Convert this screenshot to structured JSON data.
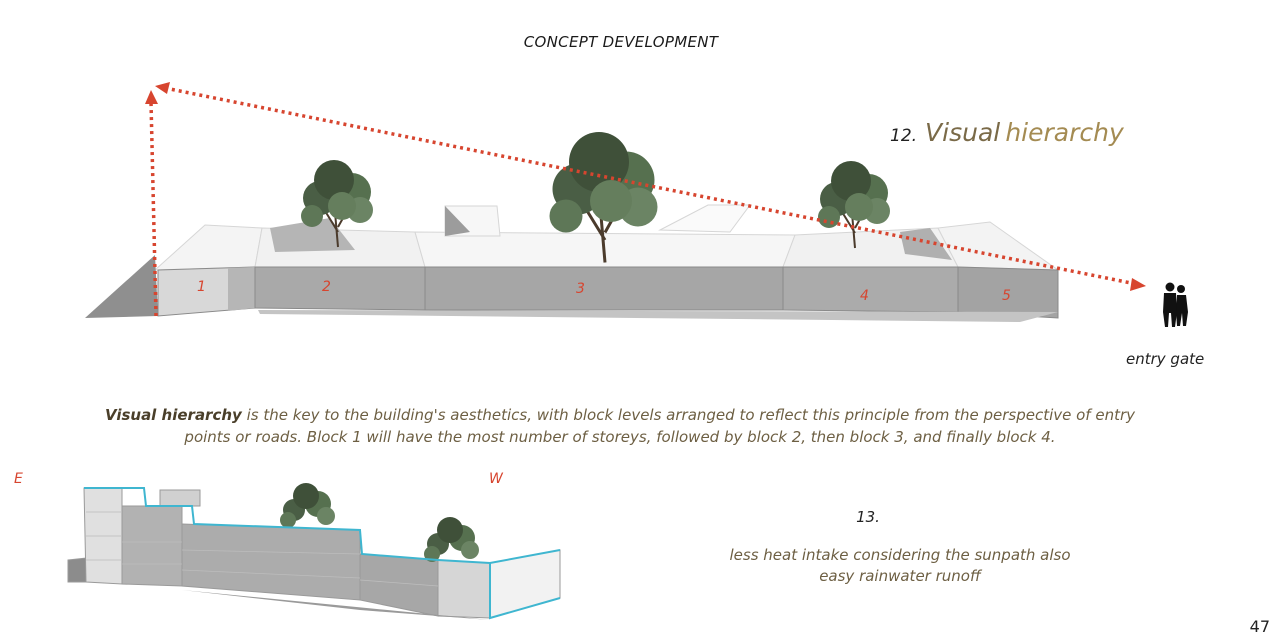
{
  "header": {
    "title": "CONCEPT DEVELOPMENT"
  },
  "section12": {
    "number": "12.",
    "title_word1": "Visual",
    "title_word2": "hierarchy",
    "entry_label": "entry gate",
    "block_labels": [
      "1",
      "2",
      "3",
      "4",
      "5"
    ],
    "paragraph_bold": "Visual hierarchy",
    "paragraph_line1_rest": " is the key to the building's aesthetics, with block levels arranged to reflect this principle from the perspective of entry",
    "paragraph_line2": "points or roads. Block 1 will have the most number of storeys, followed by block 2, then block 3, and finally block 4."
  },
  "section13": {
    "east_label": "E",
    "west_label": "W",
    "number": "13.",
    "caption_line1": "less heat intake considering the sunpath also",
    "caption_line2": "easy rainwater runoff"
  },
  "page": {
    "number": "47"
  },
  "colors": {
    "accent_red": "#d7452f",
    "title_brown": "#7a6a48",
    "text_brown": "#6d5f43",
    "outline_cyan": "#3fb6d0",
    "tree_green": "#4a5e45"
  },
  "icons": [
    "tree-icon",
    "people-silhouette-icon",
    "arrow-head-icon"
  ]
}
